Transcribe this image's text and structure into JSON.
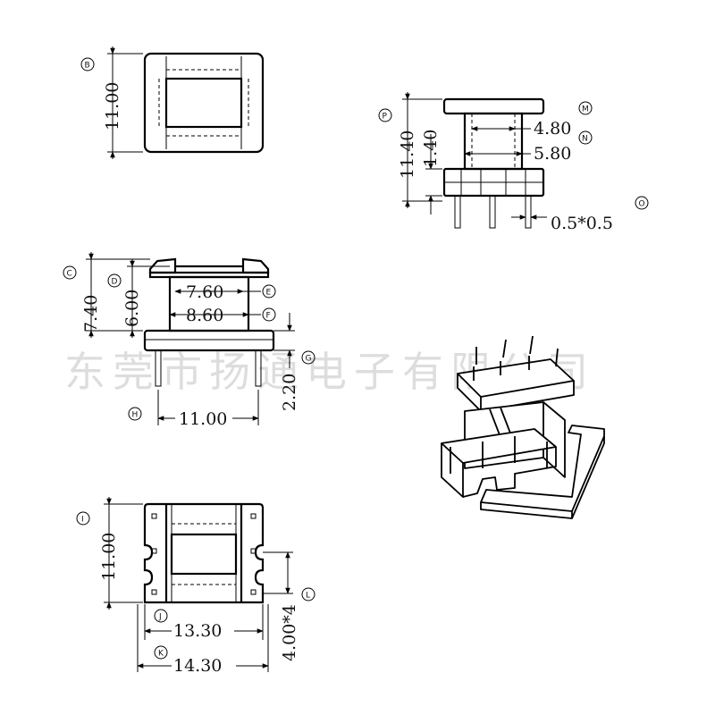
{
  "watermark": "东莞市扬通电子有限公司",
  "views": {
    "top": {
      "label": "B",
      "height_dim": "11.00"
    },
    "side": {
      "labels": {
        "P": "P",
        "M": "M",
        "N": "N",
        "O": "O"
      },
      "dim_total": "11.40",
      "dim_flange": "1.40",
      "dim_inner": "4.80",
      "dim_outer": "5.80",
      "dim_pin": "0.5*0.5"
    },
    "front": {
      "labels": {
        "C": "C",
        "D": "D",
        "E": "E",
        "F": "F",
        "G": "G",
        "H": "H"
      },
      "dim_total": "7.40",
      "dim_window": "6.00",
      "dim_inner": "7.60",
      "dim_outer": "8.60",
      "dim_pin": "2.20",
      "dim_width": "11.00"
    },
    "bottom": {
      "labels": {
        "I": "I",
        "J": "J",
        "K": "K",
        "L": "L"
      },
      "dim_height": "11.00",
      "dim_inner": "13.30",
      "dim_outer": "14.30",
      "dim_pitch": "4.00*4"
    }
  }
}
